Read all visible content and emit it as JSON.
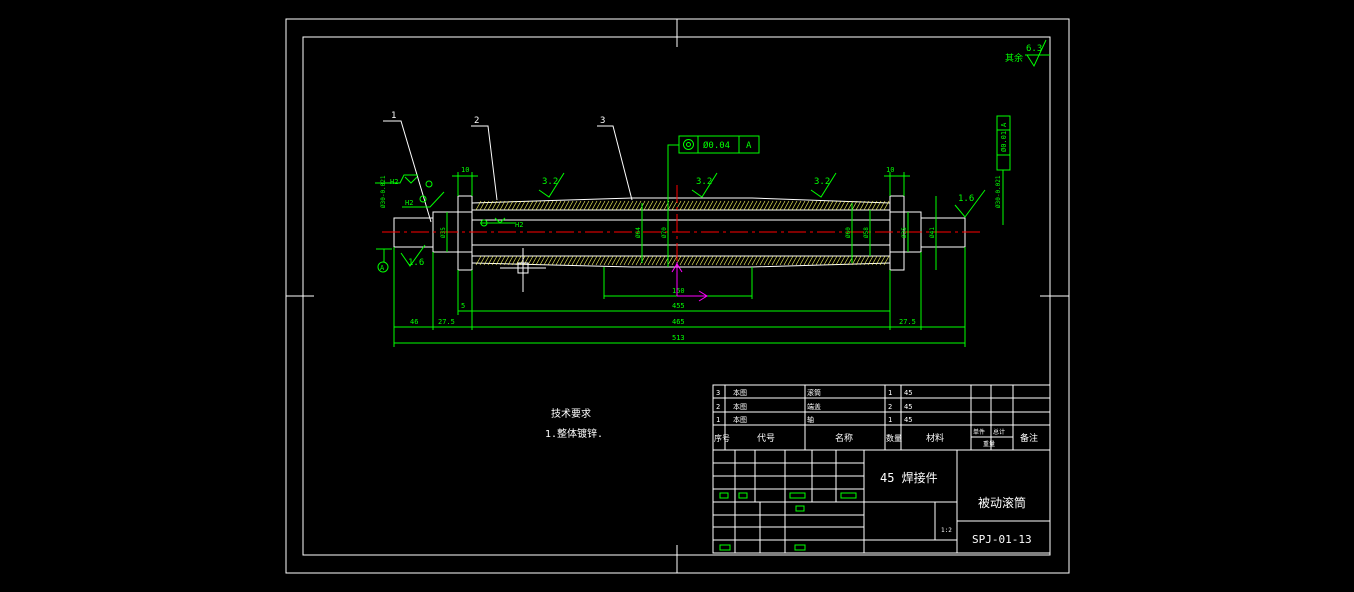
{
  "roughness_other": {
    "label": "其余",
    "value": "6.3"
  },
  "balloons": [
    "1",
    "2",
    "3"
  ],
  "tolerance_frame": {
    "value": "Ø0.04",
    "datum": "A"
  },
  "roughness_marks": {
    "left": "3.2",
    "mid": "3.2",
    "right": "3.2",
    "shaft_right": "1.6",
    "shaft_left": "1.6"
  },
  "dims": {
    "d_10_left": "10",
    "d_10_right": "10",
    "d_150": "150",
    "d_455": "455",
    "d_465": "465",
    "d_46": "46",
    "d_27_5_left": "27.5",
    "d_27_5_right": "27.5",
    "d_5": "5",
    "d_513": "513",
    "dia_shaft_left": "Ø30-0.021",
    "dia_shaft_right": "Ø30-0.021",
    "dia_35_left": "Ø35",
    "dia_35_right": "Ø35",
    "dia_64": "Ø64",
    "dia_70": "Ø70",
    "dia_60": "Ø60",
    "dia_58": "Ø58",
    "dia_41": "Ø41"
  },
  "weld": {
    "top": "H2",
    "mid": "H2",
    "inner": "H2"
  },
  "datum_label": "A",
  "right_frame": {
    "value": "Ø0.01",
    "datum": "A"
  },
  "tech_req": {
    "title": "技术要求",
    "line1": "1.整体镀锌."
  },
  "bom": [
    {
      "no": "3",
      "code": "本图",
      "name": "滚筒",
      "qty": "1",
      "mat": "45"
    },
    {
      "no": "2",
      "code": "本图",
      "name": "端盖",
      "qty": "2",
      "mat": "45"
    },
    {
      "no": "1",
      "code": "本图",
      "name": "轴",
      "qty": "1",
      "mat": "45"
    }
  ],
  "bom_header": {
    "no": "序号",
    "code": "代号",
    "name": "名称",
    "qty": "数量",
    "mat": "材料",
    "unit": "单件",
    "total": "总计",
    "weight": "重量",
    "remark": "备注"
  },
  "title_block": {
    "material": "45 焊接件",
    "part_name": "被动滚筒",
    "drawing_no": "SPJ-01-13",
    "scale": "1:2"
  }
}
